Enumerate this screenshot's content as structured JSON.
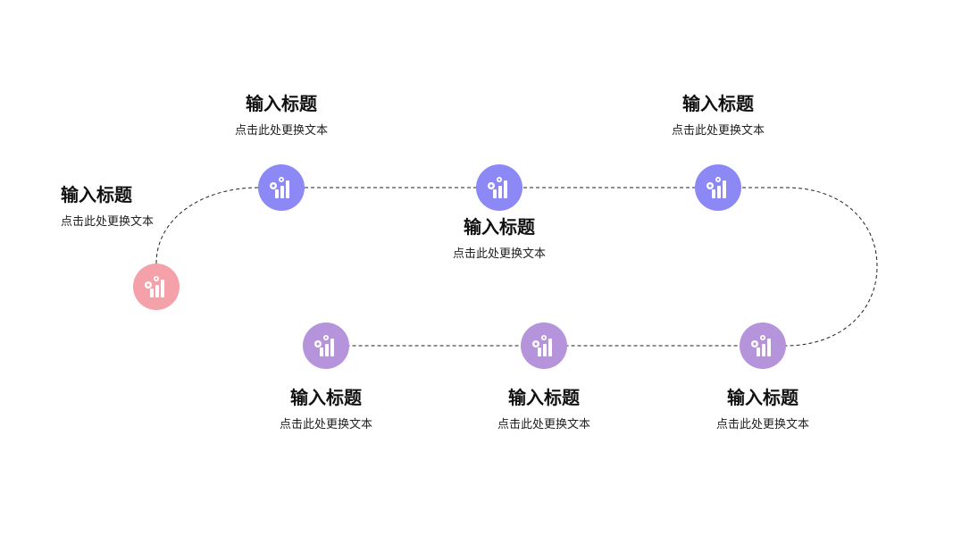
{
  "colors": {
    "pink": "#f4a1aa",
    "blue": "#8c89f7",
    "purple": "#b694dc"
  },
  "steps": [
    {
      "title": "输入标题",
      "text": "点击此处更换文本",
      "icon": "gear-chart-icon"
    },
    {
      "title": "输入标题",
      "text": "点击此处更换文本",
      "icon": "gear-chart-icon"
    },
    {
      "title": "输入标题",
      "text": "点击此处更换文本",
      "icon": "gear-chart-icon"
    },
    {
      "title": "输入标题",
      "text": "点击此处更换文本",
      "icon": "gear-chart-icon"
    },
    {
      "title": "输入标题",
      "text": "点击此处更换文本",
      "icon": "gear-chart-icon"
    },
    {
      "title": "输入标题",
      "text": "点击此处更换文本",
      "icon": "gear-chart-icon"
    },
    {
      "title": "输入标题",
      "text": "点击此处更换文本",
      "icon": "gear-chart-icon"
    }
  ]
}
